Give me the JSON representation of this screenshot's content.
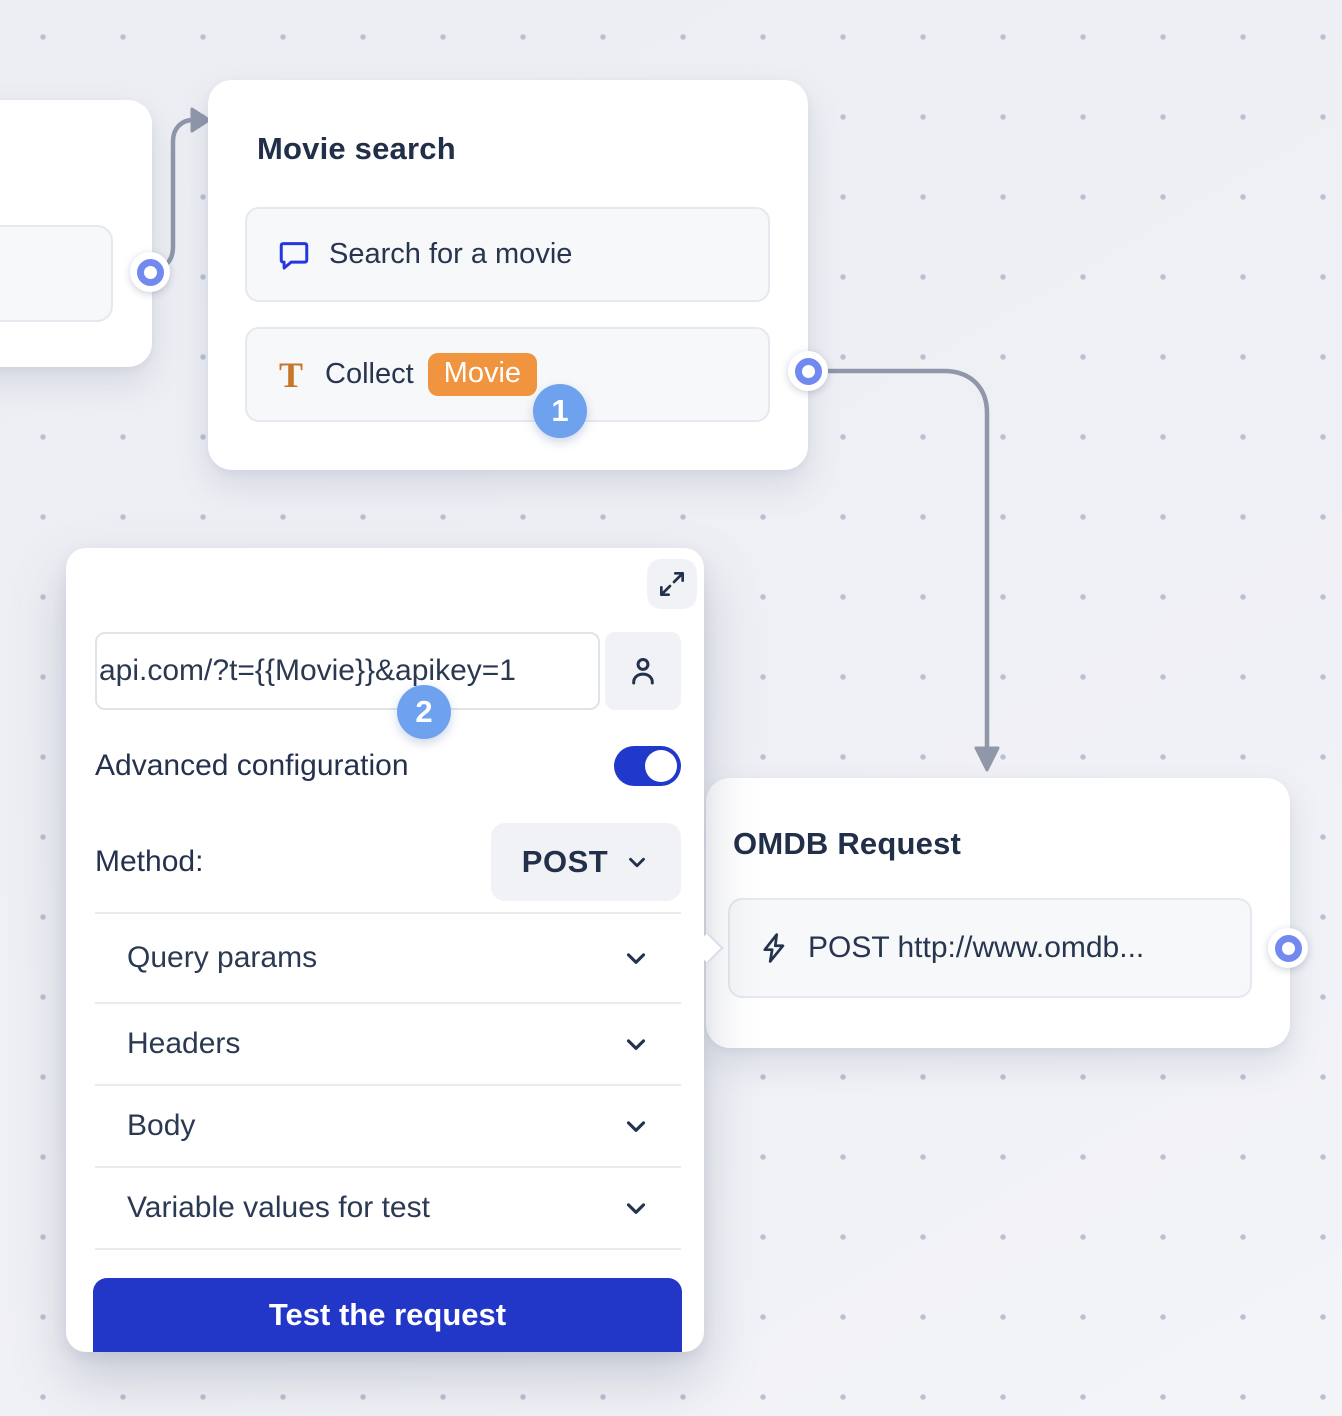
{
  "canvas": {
    "background_color": "#edeff4",
    "dot_color": "#b7c0d4"
  },
  "movie_search_node": {
    "title": "Movie search",
    "items": [
      {
        "icon": "chat-bubble-icon",
        "label": "Search for a movie"
      },
      {
        "icon": "text-variable-icon",
        "icon_glyph": "T",
        "label": "Collect",
        "badge": "Movie"
      }
    ],
    "step_badge": "1"
  },
  "webhook_panel": {
    "expand_icon": "expand-icon",
    "url_field": {
      "value": "api.com/?t={{Movie}}&apikey=1",
      "icon_button": "person-icon"
    },
    "step_badge": "2",
    "advanced_label": "Advanced configuration",
    "advanced_enabled": true,
    "method_label": "Method:",
    "method_value": "POST",
    "sections": [
      {
        "label": "Query params",
        "icon": "chevron-down-icon"
      },
      {
        "label": "Headers",
        "icon": "chevron-down-icon"
      },
      {
        "label": "Body",
        "icon": "chevron-down-icon"
      },
      {
        "label": "Variable values for test",
        "icon": "chevron-down-icon"
      }
    ],
    "test_button_label": "Test the request"
  },
  "omdb_node": {
    "title": "OMDB Request",
    "items": [
      {
        "icon": "lightning-icon",
        "label": "POST http://www.omdb..."
      }
    ]
  },
  "colors": {
    "accent_blue": "#2237c8",
    "toggle_blue": "#2039cb",
    "step_badge_blue": "#6ea2ef",
    "port_blue": "#7289f0",
    "badge_orange": "#f0943f",
    "icon_orange": "#c8762a",
    "icon_blue": "#2336e0",
    "connector_gray": "#8f97a9",
    "text_dark": "#25324d"
  }
}
